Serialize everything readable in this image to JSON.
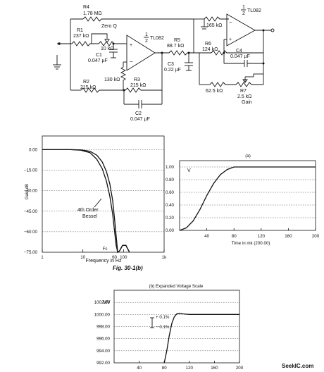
{
  "schematic": {
    "r4": {
      "name": "R4",
      "value": "1.78 MΩ"
    },
    "r1": {
      "name": "R1",
      "value": "237 kΩ"
    },
    "zero": {
      "name": "Zero Q",
      "value": "10 kΩ"
    },
    "c1": {
      "name": "C1",
      "value": "0.047 µF"
    },
    "r2": {
      "name": "R2",
      "value": "215 kΩ"
    },
    "r130": {
      "value": "130 kΩ"
    },
    "r3": {
      "name": "R3",
      "value": "215 kΩ"
    },
    "c2": {
      "name": "C2",
      "value": "0.047 µF"
    },
    "op1": {
      "fraction_num": "1",
      "fraction_den": "2",
      "part": "TL082"
    },
    "op2": {
      "fraction_num": "1",
      "fraction_den": "2",
      "part": "TL082"
    },
    "r5": {
      "name": "R5",
      "value": "88.7 kΩ"
    },
    "c3": {
      "name": "C3",
      "value": "0.22 µF"
    },
    "r165": {
      "value": "165 kΩ"
    },
    "r6": {
      "name": "R6",
      "value": "124 kΩ"
    },
    "c4": {
      "name": "C4",
      "value": "0.047 µF"
    },
    "r625": {
      "value": "62.5 kΩ"
    },
    "r7": {
      "name": "R7",
      "value": "2.5 kΩ",
      "label": "Gain"
    }
  },
  "figure_caption": "Fig. 30-1(b)",
  "watermark": "SeekIC.com",
  "chart_data": [
    {
      "type": "line",
      "ylabel": "Gain dB",
      "xlabel": "Frequency in Hz",
      "x_scale": "log",
      "xlim": [
        1,
        1000
      ],
      "ylim": [
        -75,
        10
      ],
      "ytick_labels": [
        "0.00",
        "−15.00",
        "−30.00",
        "−45.00",
        "−60.00",
        "−75.00"
      ],
      "yticks": [
        0,
        -15,
        -30,
        -45,
        -60,
        -75
      ],
      "xtick_labels": [
        "1",
        "10",
        "100",
        "1k"
      ],
      "xticks": [
        1,
        10,
        100,
        1000
      ],
      "extra_tick_labels": [
        "60",
        "Fc"
      ],
      "annotation": "4th Order\nBessel",
      "series": [
        {
          "x": [
            1,
            5,
            9,
            15,
            22,
            30,
            38,
            46,
            54,
            60,
            66,
            72,
            80,
            95,
            115,
            140
          ],
          "y": [
            0,
            0,
            -0.2,
            -1.2,
            -4,
            -9,
            -16,
            -25,
            -37,
            -50,
            -63,
            -75,
            -74,
            -70,
            -70,
            -75
          ]
        },
        {
          "x": [
            1,
            5,
            9,
            15,
            22,
            30,
            38,
            46,
            54,
            60,
            66,
            72,
            80,
            95,
            115,
            140
          ],
          "y": [
            0,
            0,
            -0.4,
            -2.2,
            -7,
            -14,
            -23,
            -34,
            -47,
            -59,
            -70,
            -75,
            -74,
            -70,
            -70,
            -75
          ]
        }
      ]
    },
    {
      "type": "line",
      "title": "(a)",
      "unit_label": "V",
      "xlabel": "Time in mk (200.00)",
      "xlim": [
        0,
        200
      ],
      "ylim": [
        0,
        1.1
      ],
      "ytick_labels": [
        "0.00",
        "0.20",
        "0.40",
        "0.60",
        "0.80",
        "1.00"
      ],
      "yticks": [
        0,
        0.2,
        0.4,
        0.6,
        0.8,
        1.0
      ],
      "xtick_labels": [
        "40",
        "80",
        "120",
        "160",
        "200"
      ],
      "xticks": [
        40,
        80,
        120,
        160,
        200
      ],
      "series": [
        {
          "x": [
            0,
            10,
            20,
            30,
            40,
            50,
            60,
            70,
            80,
            90,
            100,
            200
          ],
          "y": [
            0,
            0.04,
            0.15,
            0.33,
            0.55,
            0.74,
            0.88,
            0.96,
            1.0,
            1.0,
            1.0,
            1.0
          ]
        }
      ]
    },
    {
      "type": "line",
      "title": "(b)    Expanded Voltage Scale",
      "unit_label": "MV",
      "xlim": [
        0,
        200
      ],
      "ylim": [
        992,
        1004
      ],
      "ytick_labels": [
        "1002.00",
        "1000.00",
        "998.00",
        "996.00",
        "994.00",
        "992.00"
      ],
      "yticks": [
        1002,
        1000,
        998,
        996,
        994,
        992
      ],
      "xtick_labels": [
        "40",
        "80",
        "120",
        "160",
        "200"
      ],
      "xticks": [
        40,
        80,
        120,
        160,
        200
      ],
      "tolerance_labels": [
        "+ 0.1%",
        "− 0.1%"
      ],
      "series": [
        {
          "x": [
            80,
            84,
            88,
            92,
            96,
            100,
            104,
            110,
            120,
            200
          ],
          "y": [
            992,
            994,
            996.5,
            998.5,
            999.6,
            1000.1,
            1000.2,
            1000.1,
            1000,
            1000
          ]
        }
      ]
    }
  ]
}
